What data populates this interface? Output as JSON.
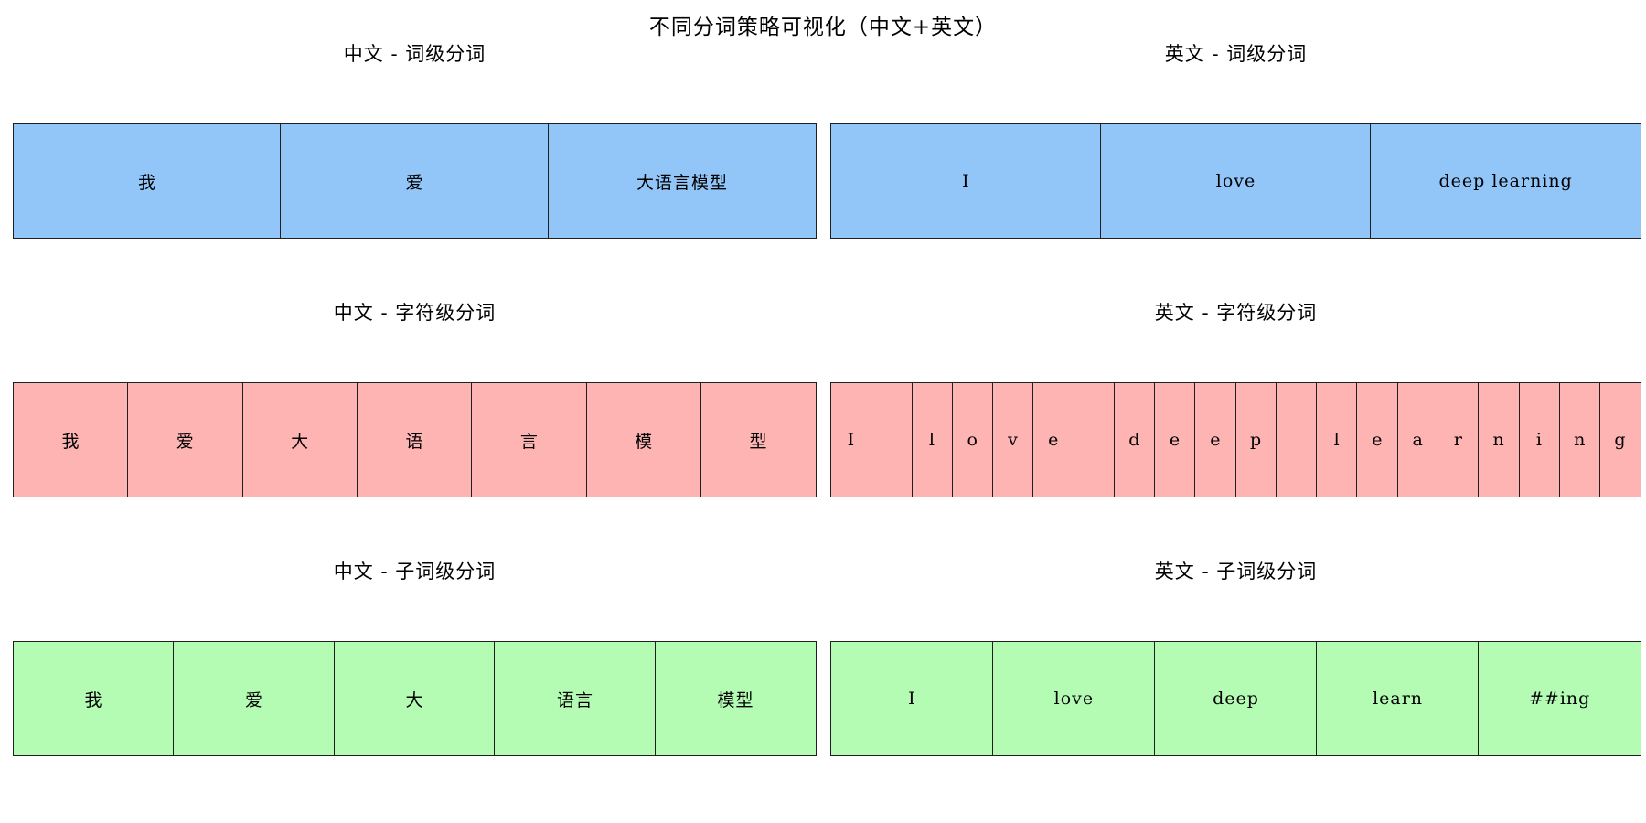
{
  "figure": {
    "title": "不同分词策略可视化（中文+英文）",
    "colors": {
      "word_level": "#92C6F9",
      "char_level": "#FFB4B4",
      "subword_level": "#B4FBB4",
      "border": "#1F1F1F",
      "background": "#FFFFFF",
      "text": "#000000"
    },
    "panels": [
      {
        "key": "zh-word",
        "title": "中文 - 词级分词",
        "level": "word_level",
        "tokens": [
          "我",
          "爱",
          "大语言模型"
        ]
      },
      {
        "key": "en-word",
        "title": "英文 - 词级分词",
        "level": "word_level",
        "tokens": [
          "I",
          "love",
          "deep learning"
        ]
      },
      {
        "key": "zh-char",
        "title": "中文 - 字符级分词",
        "level": "char_level",
        "tokens": [
          "我",
          "爱",
          "大",
          "语",
          "言",
          "模",
          "型"
        ]
      },
      {
        "key": "en-char",
        "title": "英文 - 字符级分词",
        "level": "char_level",
        "tokens": [
          "I",
          " ",
          "l",
          "o",
          "v",
          "e",
          " ",
          "d",
          "e",
          "e",
          "p",
          " ",
          "l",
          "e",
          "a",
          "r",
          "n",
          "i",
          "n",
          "g"
        ]
      },
      {
        "key": "zh-subword",
        "title": "中文 - 子词级分词",
        "level": "subword_level",
        "tokens": [
          "我",
          "爱",
          "大",
          "语言",
          "模型"
        ]
      },
      {
        "key": "en-subword",
        "title": "英文 - 子词级分词",
        "level": "subword_level",
        "tokens": [
          "I",
          "love",
          "deep",
          "learn",
          "##ing"
        ]
      }
    ]
  }
}
